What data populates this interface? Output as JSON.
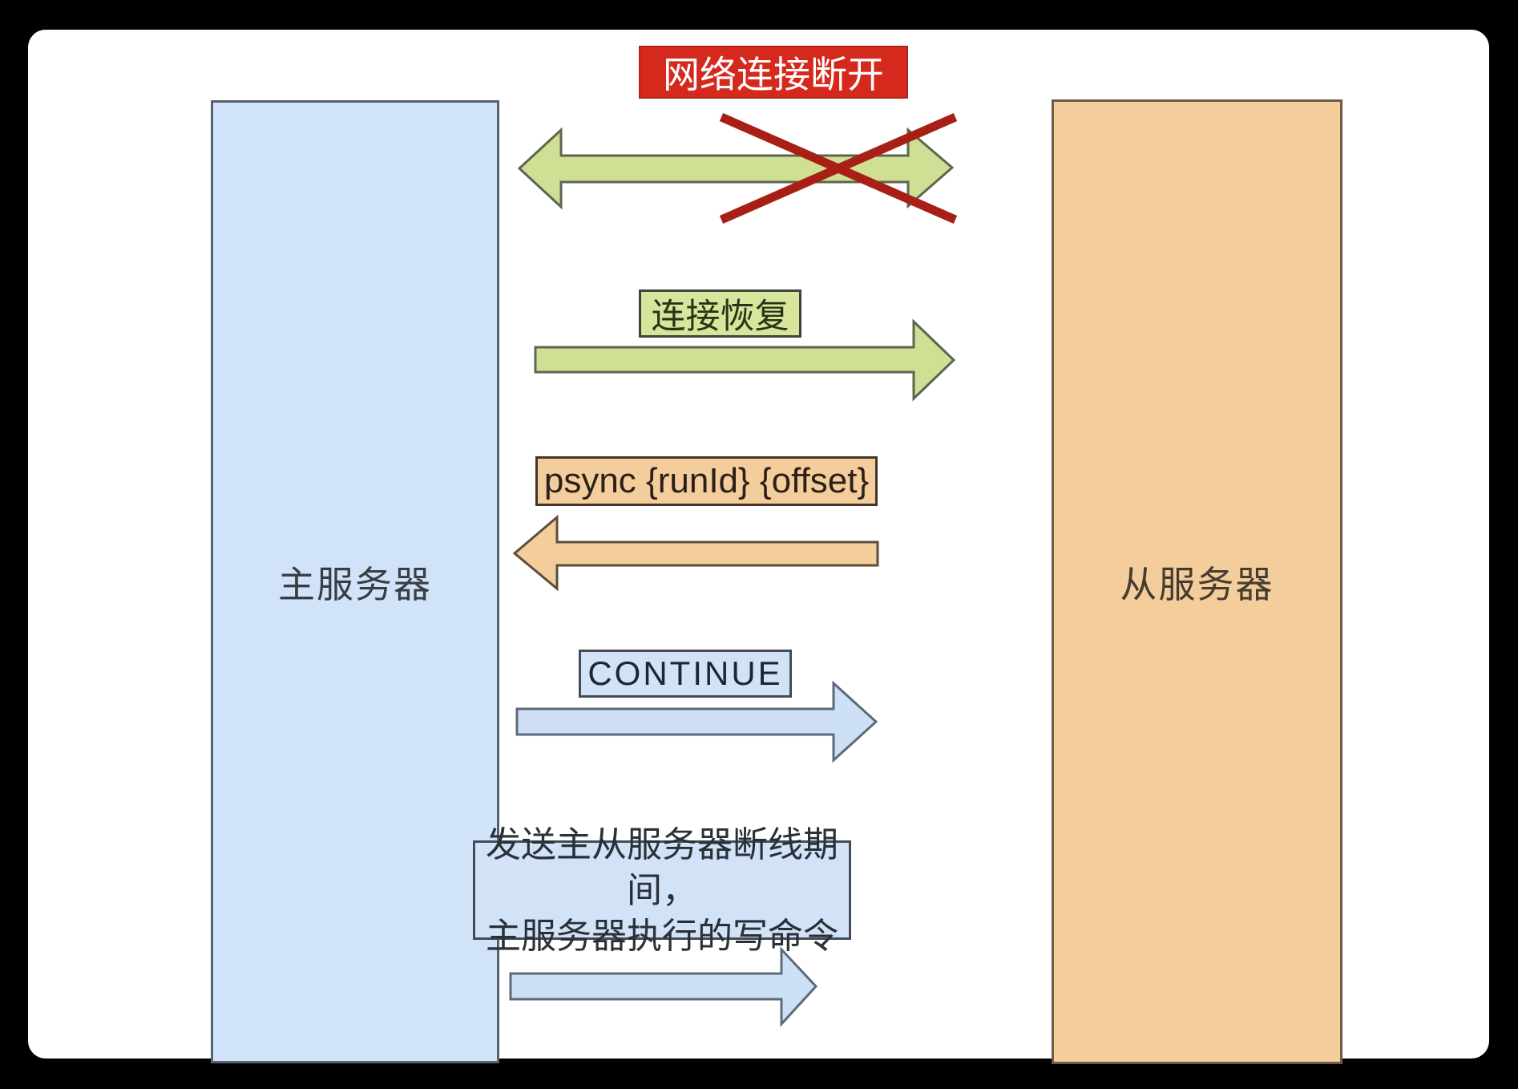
{
  "servers": {
    "master": {
      "label": "主服务器"
    },
    "slave": {
      "label": "从服务器"
    }
  },
  "steps": {
    "disconnect": {
      "label": "网络连接断开"
    },
    "reconnect": {
      "label": "连接恢复"
    },
    "psync": {
      "label": "psync {runId} {offset}"
    },
    "continue": {
      "label": "CONTINUE"
    },
    "send_commands": {
      "line1": "发送主从服务器断线期间，",
      "line2": "主服务器执行的写命令"
    }
  },
  "colors": {
    "background": "#000000",
    "canvas": "#ffffff",
    "master_fill": "#d1e3f8",
    "master_border": "#566170",
    "slave_fill": "#f4cd9d",
    "slave_border": "#6d5b46",
    "green_arrow_fill": "#cfdf94",
    "green_arrow_border": "#5c6650",
    "green_label_fill": "#d7e69c",
    "green_label_border": "#3f4537",
    "red_label_fill": "#d6291d",
    "red_label_border": "#b32418",
    "red_label_text": "#ffffff",
    "cross_mark": "#a82015",
    "orange_arrow_fill": "#f4cd9d",
    "orange_arrow_border": "#5d4d3a",
    "orange_label_fill": "#f4cd9d",
    "orange_label_border": "#443527",
    "blue_arrow_fill": "#cde0f6",
    "blue_arrow_border": "#5d6a7a",
    "blue_label_fill": "#d2e2f7",
    "blue_label_border": "#434c57"
  }
}
